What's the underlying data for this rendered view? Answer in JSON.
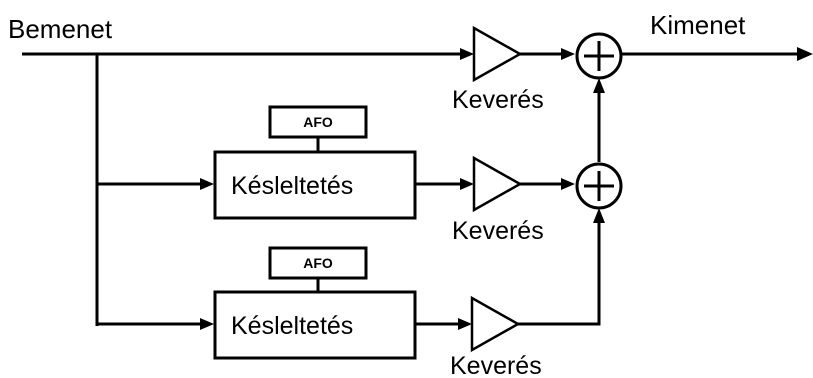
{
  "diagram": {
    "input_label": "Bemenet",
    "output_label": "Kimenet",
    "mix_label": "Keverés",
    "delay_label": "Késleltetés",
    "lfo_label": "AFO"
  }
}
